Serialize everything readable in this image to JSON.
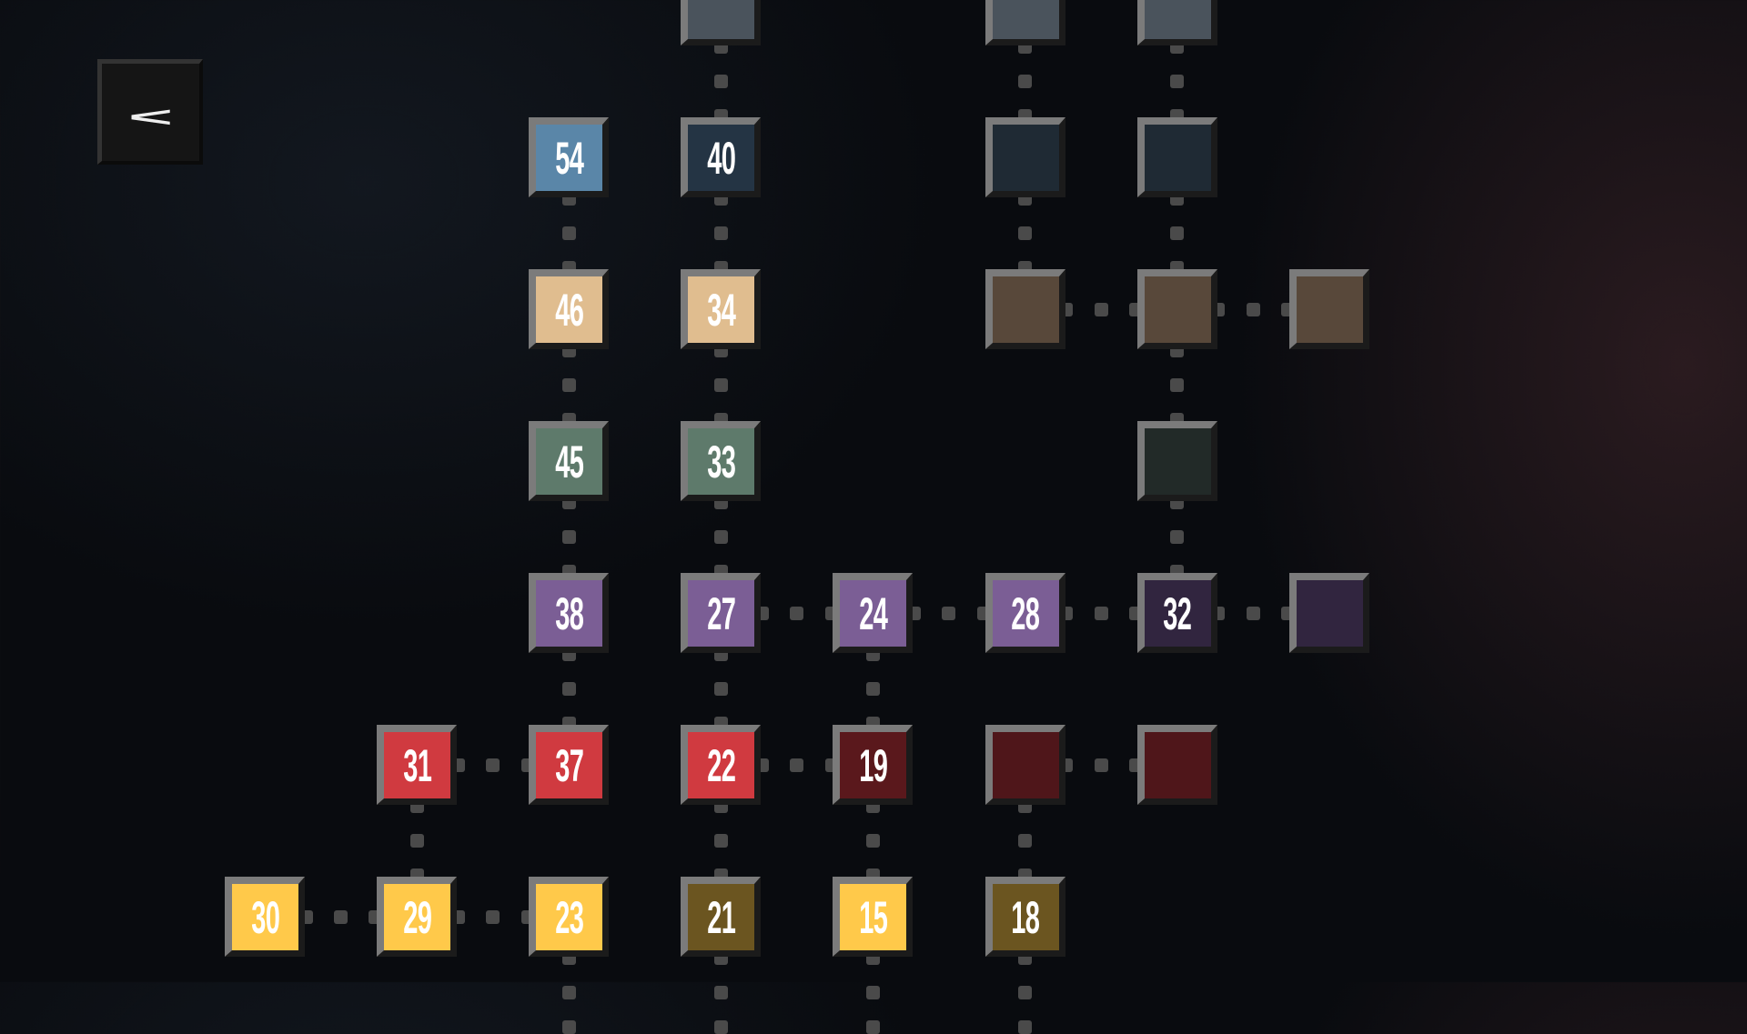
{
  "back_button": {
    "label": "<",
    "icon": "back-arrow-icon"
  },
  "grid": {
    "rows": [
      [
        null,
        null,
        null,
        {
          "label": "",
          "color": "#4a535c"
        },
        null,
        {
          "label": "",
          "color": "#4a535c"
        },
        {
          "label": "",
          "color": "#4a535c"
        },
        null
      ],
      [
        null,
        null,
        {
          "label": "54",
          "color": "#5a86a8"
        },
        {
          "label": "40",
          "color": "#243444"
        },
        null,
        {
          "label": "",
          "color": "#1f2a34"
        },
        {
          "label": "",
          "color": "#1f2a34"
        },
        null
      ],
      [
        null,
        null,
        {
          "label": "46",
          "color": "#e0bd8f"
        },
        {
          "label": "34",
          "color": "#e0bd8f"
        },
        null,
        {
          "label": "",
          "color": "#58483a"
        },
        {
          "label": "",
          "color": "#58483a"
        },
        {
          "label": "",
          "color": "#58483a"
        }
      ],
      [
        null,
        null,
        {
          "label": "45",
          "color": "#5e7a6b"
        },
        {
          "label": "33",
          "color": "#5e7a6b"
        },
        null,
        null,
        {
          "label": "",
          "color": "#222a28"
        },
        null
      ],
      [
        null,
        null,
        {
          "label": "38",
          "color": "#7b5e95"
        },
        {
          "label": "27",
          "color": "#7b5e95"
        },
        {
          "label": "24",
          "color": "#7b5e95"
        },
        {
          "label": "28",
          "color": "#7b5e95"
        },
        {
          "label": "32",
          "color": "#31253f"
        },
        {
          "label": "",
          "color": "#31253f"
        }
      ],
      [
        null,
        {
          "label": "31",
          "color": "#d03a40"
        },
        {
          "label": "37",
          "color": "#d03a40"
        },
        {
          "label": "22",
          "color": "#d03a40"
        },
        {
          "label": "19",
          "color": "#5a181c"
        },
        {
          "label": "",
          "color": "#4f161a"
        },
        {
          "label": "",
          "color": "#4f161a"
        },
        null
      ],
      [
        {
          "label": "30",
          "color": "#ffc94a"
        },
        {
          "label": "29",
          "color": "#ffc94a"
        },
        {
          "label": "23",
          "color": "#ffc94a"
        },
        {
          "label": "21",
          "color": "#6b5520"
        },
        {
          "label": "15",
          "color": "#ffc94a"
        },
        {
          "label": "18",
          "color": "#6b5520"
        },
        null,
        null
      ]
    ]
  }
}
